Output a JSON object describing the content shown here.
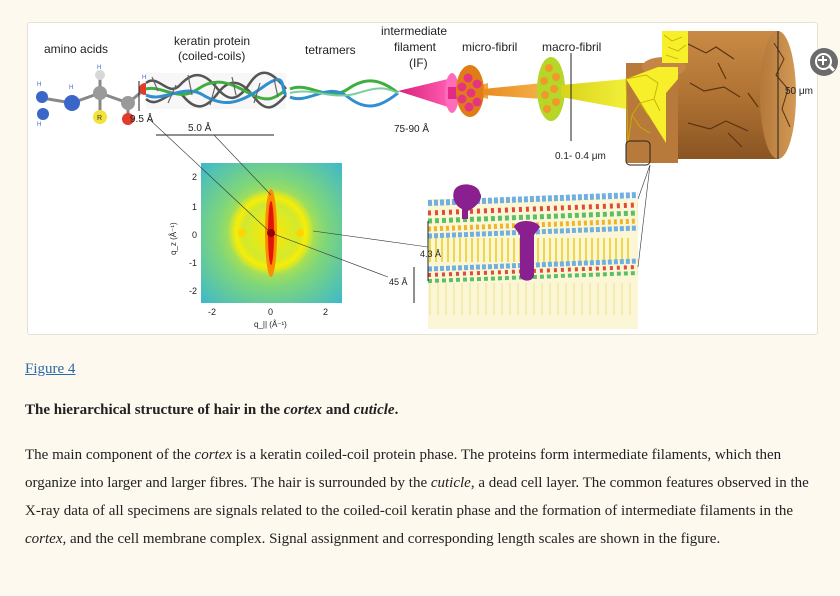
{
  "figure": {
    "labels": {
      "amino_acids": "amino acids",
      "keratin_line1": "keratin protein",
      "keratin_line2": "(coiled-coils)",
      "tetramers": "tetramers",
      "if_line1": "intermediate",
      "if_line2": "filament",
      "if_line3": "(IF)",
      "microfibril": "micro-fibril",
      "macrofibril": "macro-fibril",
      "dim_9_5": "9.5 Å",
      "dim_5_0": "5.0 Å",
      "dim_75_90": "75-90 Å",
      "dim_01_04": "0.1- 0.4 μm",
      "dim_50um": "50 μm",
      "dim_45": "45 Å",
      "dim_4_3": "4.3 Å",
      "atom_R": "R",
      "atom_H": "H"
    },
    "xray": {
      "ylabel": "q_z (Å⁻¹)",
      "xlabel": "q_|| (Å⁻¹)",
      "yticks": [
        "2",
        "1",
        "0",
        "-1",
        "-2"
      ],
      "xticks": [
        "-2",
        "0",
        "2"
      ]
    }
  },
  "link_text": "Figure 4",
  "title_prefix": "The hierarchical structure of hair in the ",
  "title_cortex": "cortex",
  "title_and": " and ",
  "title_cuticle": "cuticle",
  "title_end": ".",
  "caption": {
    "p1": "The main component of the ",
    "cortex": "cortex",
    "p2": " is a keratin coiled-coil protein phase. The proteins form intermediate filaments, which then organize into larger and larger fibres. The hair is surrounded by the ",
    "cuticle": "cuticle",
    "p3": ", a dead cell layer. The common features observed in the X-ray data of all specimens are signals related to the coiled-coil keratin phase and the formation of intermediate filaments in the ",
    "cortex2": "cortex",
    "p4": ", and the cell membrane complex. Signal assignment and corresponding length scales are shown in the figure."
  }
}
